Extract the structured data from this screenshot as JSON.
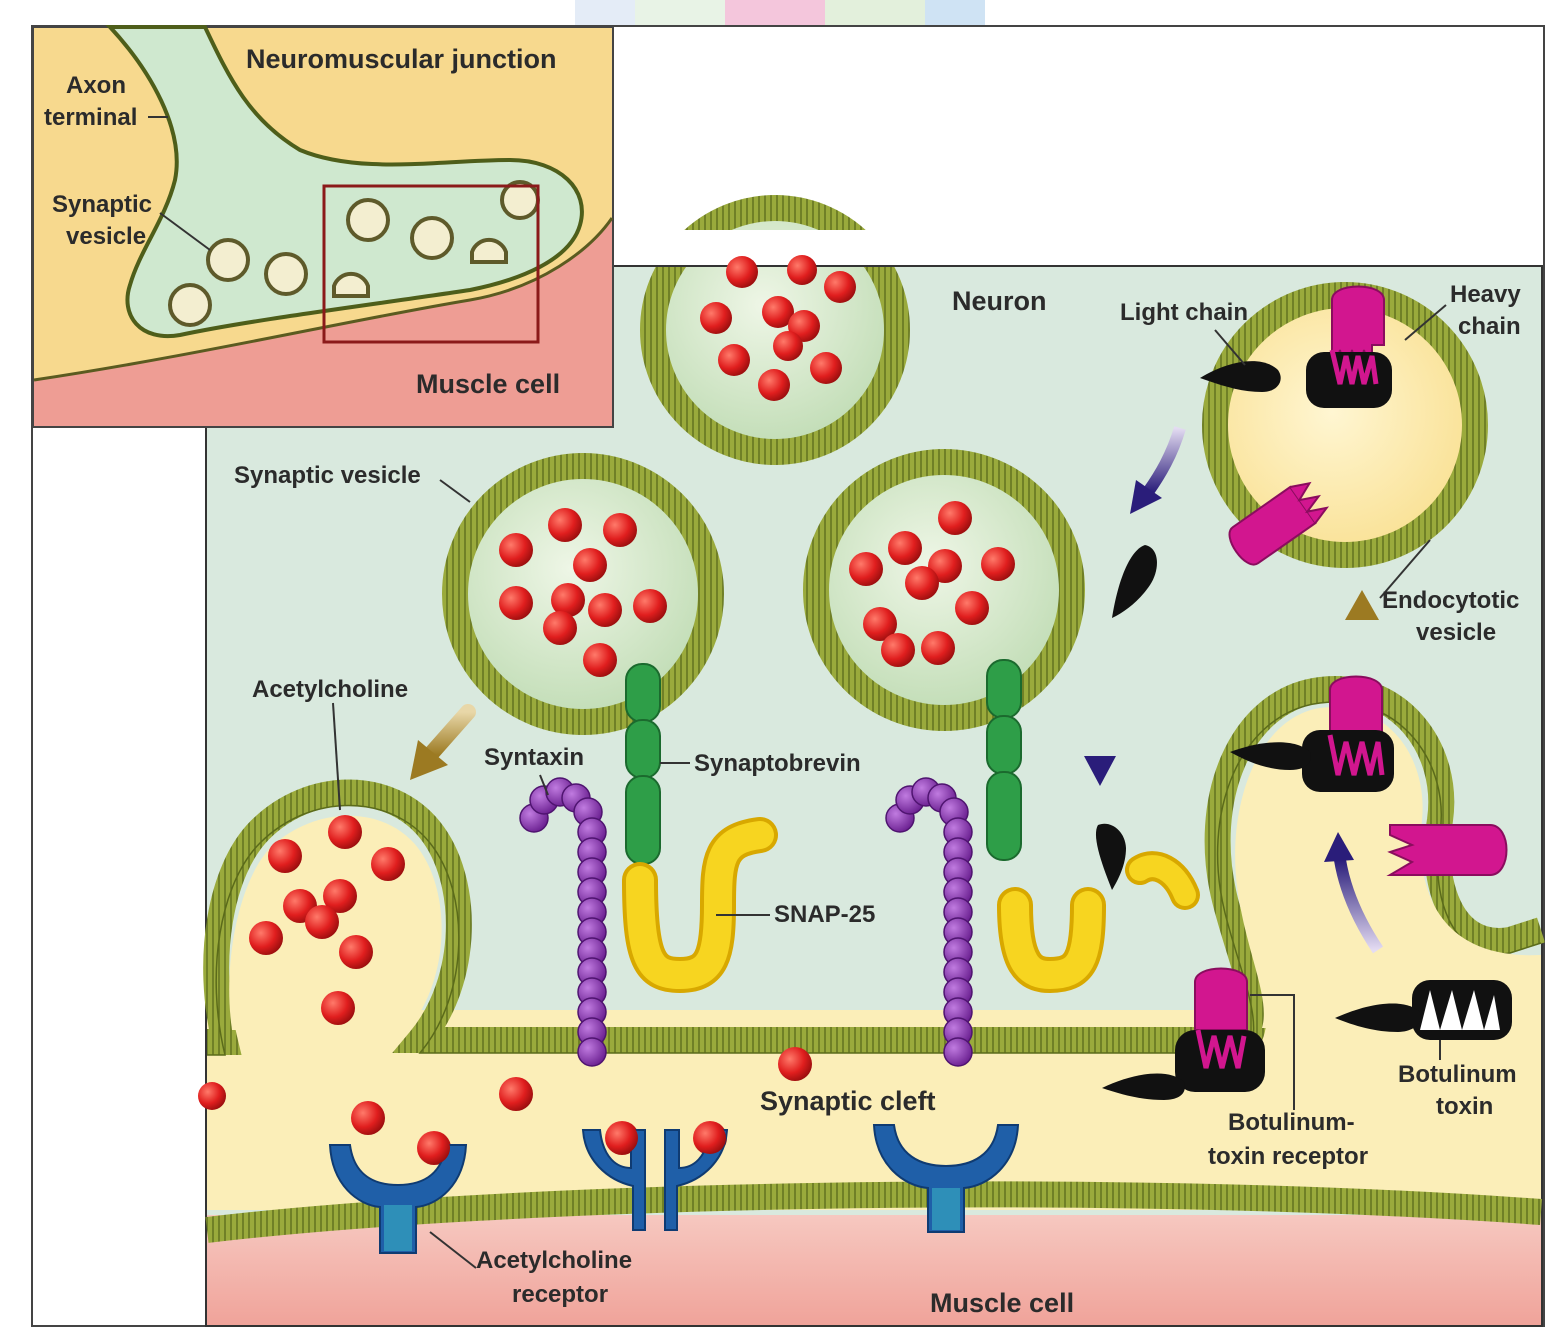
{
  "inset": {
    "title": "Neuromuscular junction",
    "axon_terminal": [
      "Axon",
      "terminal"
    ],
    "synaptic_vesicle": [
      "Synaptic",
      "vesicle"
    ],
    "muscle_cell": "Muscle cell"
  },
  "main": {
    "neuron": "Neuron",
    "synaptic_vesicle": "Synaptic vesicle",
    "acetylcholine": "Acetylcholine",
    "syntaxin": "Syntaxin",
    "synaptobrevin": "Synaptobrevin",
    "snap25": "SNAP-25",
    "synaptic_cleft": "Synaptic cleft",
    "ach_receptor": [
      "Acetylcholine",
      "receptor"
    ],
    "muscle_cell": "Muscle cell",
    "light_chain": "Light chain",
    "heavy_chain": [
      "Heavy",
      "chain"
    ],
    "endocytotic_vesicle": [
      "Endocytotic",
      "vesicle"
    ],
    "botulinum_toxin": [
      "Botulinum",
      "toxin"
    ],
    "botulinum_receptor": [
      "Botulinum-",
      "toxin receptor"
    ]
  },
  "colors": {
    "neuron_cytoplasm": "#d9e9de",
    "vesicle_interior": "#c9e3bf",
    "membrane": "#8fa33a",
    "membrane_heads": "#c8b83a",
    "cleft": "#fbeeb8",
    "muscle": "#f3b4ad",
    "acetylcholine": "#e01e1e",
    "syntaxin": "#8c3ab0",
    "synaptobrevin": "#2e9e48",
    "snap25": "#f2cd10",
    "receptor": "#1f5fa8",
    "toxin_heavy_chain": "#d2168f",
    "toxin_body": "#111111",
    "inset_background": "#f7d98e",
    "inset_axon": "#cfe8cf",
    "inset_box": "#8b1a1a",
    "arrow_gold": "#a8872e",
    "arrow_purple": "#3b2a8a"
  }
}
